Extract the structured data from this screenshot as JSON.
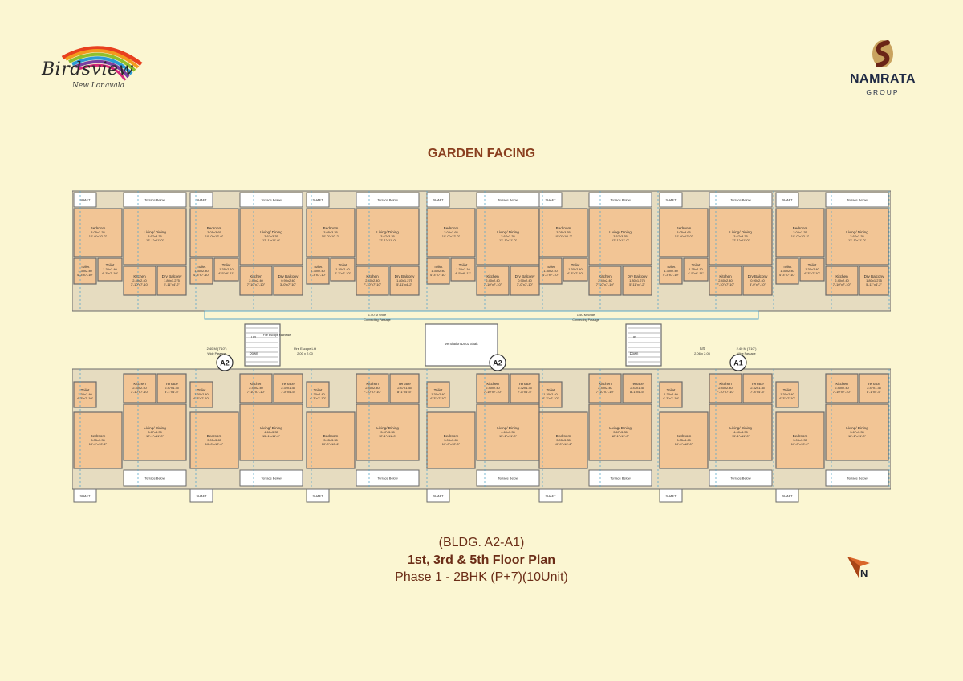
{
  "branding": {
    "project_name": "Birdsview",
    "project_location": "New Lonavala",
    "developer_name": "NAMRATA",
    "developer_tag": "GROUP"
  },
  "plan": {
    "heading": "GARDEN FACING",
    "building": "(BLDG. A2-A1)",
    "floors": "1st, 3rd & 5th Floor Plan",
    "phase": "Phase 1 - 2BHK (P+7)(10Unit)",
    "north_label": "N",
    "colors": {
      "background": "#fbf6d2",
      "room_fill": "#f2c595",
      "wall": "#6a6a6a",
      "accent_blue": "#5aa7c9",
      "heading": "#8a3f1f"
    },
    "wing_labels": [
      "A2",
      "A2",
      "A1"
    ],
    "passages": [
      {
        "label": "1.50 M Wide",
        "sub": "Connecting Passage"
      },
      {
        "label": "1.50 M Wide",
        "sub": "Connecting Passage"
      },
      {
        "label": "2.40 M (7'10\")",
        "sub": "Wide Passage"
      },
      {
        "label": "2.40 M (7'10\")",
        "sub": "Wide Passage"
      }
    ],
    "core": {
      "lift": "Lift",
      "lift_size": "2.06 x 2.05",
      "fire_lift": "Fire Escape Lift",
      "fire_lift_size": "2.00 x 2.00",
      "fire_staircase": "Fire Escape staircase",
      "up": "UP",
      "down": "Down"
    },
    "shaft_label": "SHAFT",
    "terrace_below": "Terrace Below",
    "ventilation": "Ventilation Duct/ Shaft",
    "rooms": [
      {
        "name": "Bedroom",
        "dims": "3.05x3.35",
        "ft": "10'-0\"x10'-2\""
      },
      {
        "name": "Toilet",
        "dims": "1.30x2.40",
        "ft": "4'-3\"x7'-10\""
      },
      {
        "name": "Living/ Dining",
        "dims": "3.67x3.35",
        "ft": "12'-1\"x11'-0\""
      },
      {
        "name": "Kitchen",
        "dims": "2.40x2.40",
        "ft": "7'-10\"x7'-10\""
      },
      {
        "name": "Terrace",
        "dims": "2.47x1.35",
        "ft": "8'-1\"x4'-5\""
      },
      {
        "name": "Dry Balcony",
        "dims": "1.80x1.275",
        "ft": "5'-11\"x4'-2\""
      },
      {
        "name": "Bed Room",
        "dims": "2.85x2.95",
        "ft": "9'-4\"x9'-8\""
      },
      {
        "name": "Bedroom",
        "dims": "3.05x3.65",
        "ft": "10'-0\"x12'-0\""
      },
      {
        "name": "Toilet",
        "dims": "1.35x2.10",
        "ft": "4'-5\"x6'-11\""
      },
      {
        "name": "Living/ Dining",
        "dims": "4.60x3.35",
        "ft": "15'-1\"x11'-0\""
      },
      {
        "name": "Dry Balcony",
        "dims": "0.90x2.40",
        "ft": "3'-0\"x7'-10\""
      },
      {
        "name": "Terrace",
        "dims": "2.32x1.35",
        "ft": "7'-8\"x4'-5\""
      }
    ]
  }
}
